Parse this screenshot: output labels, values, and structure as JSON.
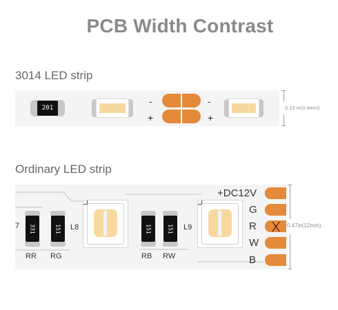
{
  "title": "PCB Width Contrast",
  "strip_3014": {
    "label": "3014 LED strip",
    "resistor_code": "201",
    "width_label": "0.13 in(3.4mm)",
    "minus_sign": "-",
    "plus_sign": "+"
  },
  "strip_ordinary": {
    "label": "Ordinary  LED strip",
    "resistor_codes": [
      "331",
      "151",
      "151",
      "151"
    ],
    "resistor_labels": [
      "RR",
      "RG",
      "RB",
      "RW"
    ],
    "led_labels": [
      "L8",
      "L9"
    ],
    "edge_digit": "7",
    "width_label": "0.47in(12mm)",
    "pins": [
      "+DC12V",
      "G",
      "R",
      "W",
      "B"
    ]
  },
  "colors": {
    "title": "#8a8a8a",
    "copper": "#e48a3a",
    "led_warm": "#f7d9a0"
  }
}
